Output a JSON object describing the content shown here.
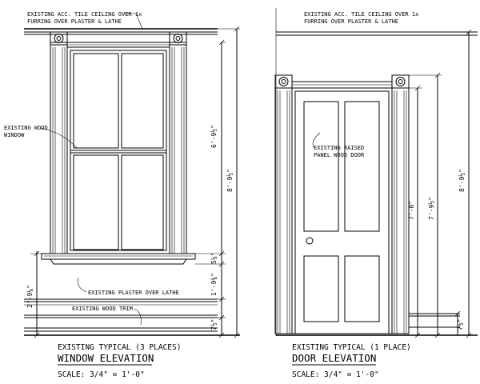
{
  "window_elevation": {
    "ceiling_note_line1": "EXISTING ACC. TILE CEILING OVER 1x",
    "ceiling_note_line2": "FURRING OVER PLASTER & LATHE",
    "window_note_line1": "EXISTING WOOD",
    "window_note_line2": "WINDOW",
    "plaster_note": "EXISTING PLASTER OVER LATHE",
    "trim_note": "EXISTING WOOD TRIM",
    "dims": {
      "window_height": "6'-9½\"",
      "overall_height": "8'-9½\"",
      "sill": "5¼\"",
      "wall_lower": "1'-9¾\"",
      "base": "7½\"",
      "sill_height": "2'-9¼\""
    },
    "title_line1": "EXISTING TYPICAL (3 PLACES)",
    "title_line2": "WINDOW ELEVATION",
    "scale": "SCALE: 3/4\" = 1'-0\""
  },
  "door_elevation": {
    "ceiling_note_line1": "EXISTING ACC. TILE CEILING OVER 1x",
    "ceiling_note_line2": "FURRING OVER PLASTER & LATHE",
    "door_note_line1": "EXISTING RAISED",
    "door_note_line2": "PANEL WOOD DOOR",
    "dims": {
      "door_height": "7'-0\"",
      "trim_height": "7'-9½\"",
      "overall_height": "8'-9½\"",
      "base": "7½\""
    },
    "title_line1": "EXISTING TYPICAL (1 PLACE)",
    "title_line2": "DOOR ELEVATION",
    "scale": "SCALE: 3/4\" = 1'-0\""
  }
}
